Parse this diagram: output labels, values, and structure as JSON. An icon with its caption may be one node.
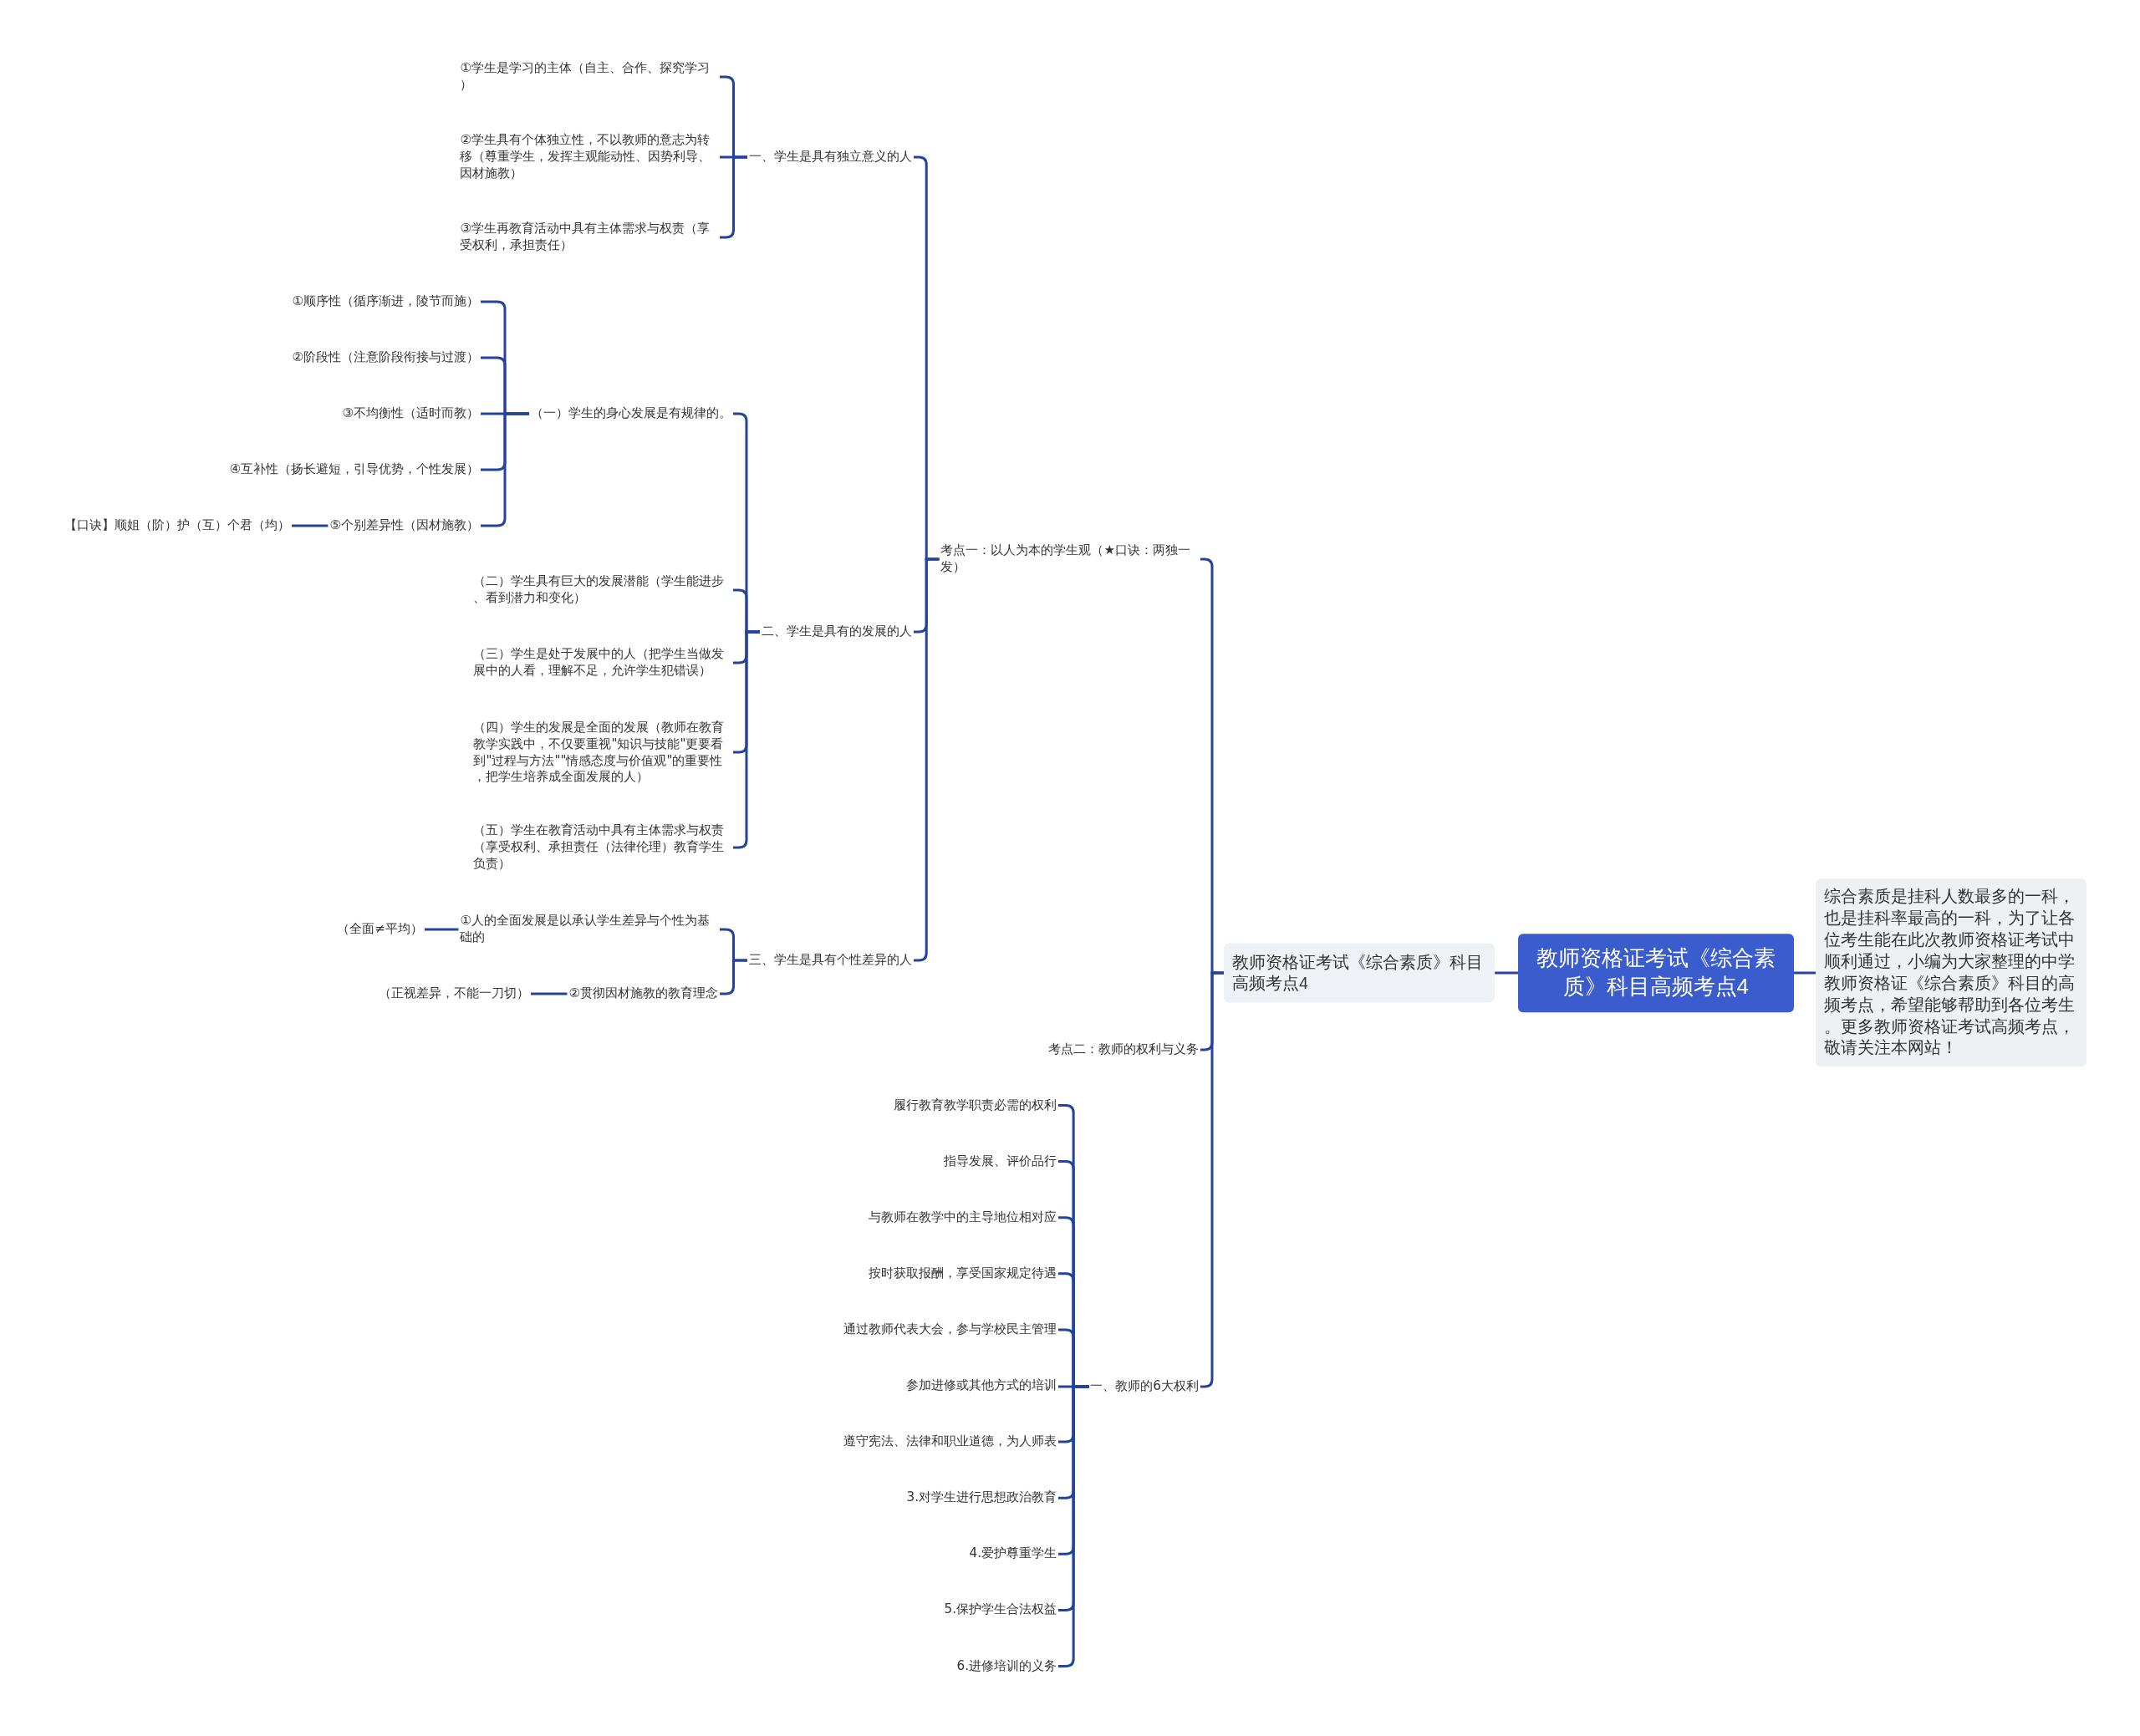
{
  "diagram": {
    "nodes": [
      {
        "text": [
          "教师资格证考试《综合素质》科目高频考点4"
        ]
      },
      {
        "text": [
          "综合素质是挂科人数最多的一科，也是挂科率最高的一科，为了让各位考生能在此次教师资格证考试中顺利通过，小编为大家整理的中学教师资格证《综合素质》科目的高频考点，希望能够帮助到各位考生。更多教师资格证考试高频考点，敬请关注本网站！"
        ]
      },
      {
        "text": [
          "教师资格证考试《综合素质》科目高频考点4"
        ]
      },
      {
        "text": [
          "考点一：以人为本的学生观（★口诀：两独一发）"
        ]
      },
      {
        "text": [
          "一、学生是具有独立意义的人"
        ]
      },
      {
        "text": [
          "①学生是学习的主体（自主、合作、探究学习）"
        ]
      },
      {
        "text": [
          "②学生具有个体独立性，不以教师的意志为转移（尊重学生，发挥主观能动性、因势利导、因材施教）"
        ]
      },
      {
        "text": [
          "③学生再教育活动中具有主体需求与权责（享受权利，承担责任）"
        ]
      },
      {
        "text": [
          "二、学生是具有的发展的人"
        ]
      },
      {
        "text": [
          "（一）学生的身心发展是有规律的。"
        ]
      },
      {
        "text": [
          "①顺序性（循序渐进，陵节而施）"
        ]
      },
      {
        "text": [
          "②阶段性（注意阶段衔接与过渡）"
        ]
      },
      {
        "text": [
          "③不均衡性（适时而教）"
        ]
      },
      {
        "text": [
          "④互补性（扬长避短，引导优势，个性发展）"
        ]
      },
      {
        "text": [
          "⑤个别差异性（因材施教）"
        ]
      },
      {
        "text": [
          "【口诀】顺姐（阶）护（互）个君（均）"
        ]
      },
      {
        "text": [
          "（二）学生具有巨大的发展潜能（学生能进步、看到潜力和变化）"
        ]
      },
      {
        "text": [
          "（三）学生是处于发展中的人（把学生当做发展中的人看，理解不足，允许学生犯错误）"
        ]
      },
      {
        "text": [
          "（四）学生的发展是全面的发展（教师在教育教学实践中，不仅要重视\"知识与技能\"更要看到\"过程与方法\"\"情感态度与价值观\"的重要性，把学生培养成全面发展的人）"
        ]
      },
      {
        "text": [
          "（五）学生在教育活动中具有主体需求与权责（享受权利、承担责任（法律伦理）教育学生负责）"
        ]
      },
      {
        "text": [
          "三、学生是具有个性差异的人"
        ]
      },
      {
        "text": [
          "①人的全面发展是以承认学生差异与个性为基础的"
        ]
      },
      {
        "text": [
          "（全面≠平均）"
        ]
      },
      {
        "text": [
          "②贯彻因材施教的教育理念"
        ]
      },
      {
        "text": [
          "（正视差异，不能一刀切）"
        ]
      },
      {
        "text": [
          "考点二：教师的权利与义务"
        ]
      },
      {
        "text": [
          "一、教师的6大权利"
        ]
      },
      {
        "text": [
          "履行教育教学职责必需的权利"
        ]
      },
      {
        "text": [
          "指导发展、评价品行"
        ]
      },
      {
        "text": [
          "与教师在教学中的主导地位相对应"
        ]
      },
      {
        "text": [
          "按时获取报酬，享受国家规定待遇"
        ]
      },
      {
        "text": [
          "通过教师代表大会，参与学校民主管理"
        ]
      },
      {
        "text": [
          "参加进修或其他方式的培训"
        ]
      },
      {
        "text": [
          "遵守宪法、法律和职业道德，为人师表"
        ]
      },
      {
        "text": [
          "3.对学生进行思想政治教育"
        ]
      },
      {
        "text": [
          "4.爱护尊重学生"
        ]
      },
      {
        "text": [
          "5.保护学生合法权益"
        ]
      },
      {
        "text": [
          "6.进修培训的义务"
        ]
      }
    ],
    "edges": [
      {
        "from": 0,
        "to": 1,
        "arrow": "none"
      },
      {
        "from": 0,
        "to": 2,
        "arrow": "none"
      },
      {
        "from": 2,
        "to": 3,
        "arrow": "none"
      },
      {
        "from": 2,
        "to": 25,
        "arrow": "none"
      },
      {
        "from": 2,
        "to": 26,
        "arrow": "none"
      },
      {
        "from": 3,
        "to": 4,
        "arrow": "none"
      },
      {
        "from": 3,
        "to": 8,
        "arrow": "none"
      },
      {
        "from": 3,
        "to": 20,
        "arrow": "none"
      },
      {
        "from": 4,
        "to": 5,
        "arrow": "none"
      },
      {
        "from": 4,
        "to": 6,
        "arrow": "none"
      },
      {
        "from": 4,
        "to": 7,
        "arrow": "none"
      },
      {
        "from": 8,
        "to": 9,
        "arrow": "none"
      },
      {
        "from": 8,
        "to": 16,
        "arrow": "none"
      },
      {
        "from": 8,
        "to": 17,
        "arrow": "none"
      },
      {
        "from": 8,
        "to": 18,
        "arrow": "none"
      },
      {
        "from": 8,
        "to": 19,
        "arrow": "none"
      },
      {
        "from": 9,
        "to": 10,
        "arrow": "none"
      },
      {
        "from": 9,
        "to": 11,
        "arrow": "none"
      },
      {
        "from": 9,
        "to": 12,
        "arrow": "none"
      },
      {
        "from": 9,
        "to": 13,
        "arrow": "none"
      },
      {
        "from": 9,
        "to": 14,
        "arrow": "none"
      },
      {
        "from": 14,
        "to": 15,
        "arrow": "none"
      },
      {
        "from": 20,
        "to": 21,
        "arrow": "none"
      },
      {
        "from": 20,
        "to": 23,
        "arrow": "none"
      },
      {
        "from": 21,
        "to": 22,
        "arrow": "none"
      },
      {
        "from": 23,
        "to": 24,
        "arrow": "none"
      },
      {
        "from": 26,
        "to": 27,
        "arrow": "none"
      },
      {
        "from": 26,
        "to": 28,
        "arrow": "none"
      },
      {
        "from": 26,
        "to": 29,
        "arrow": "none"
      },
      {
        "from": 26,
        "to": 30,
        "arrow": "none"
      },
      {
        "from": 26,
        "to": 31,
        "arrow": "none"
      },
      {
        "from": 26,
        "to": 32,
        "arrow": "none"
      },
      {
        "from": 26,
        "to": 33,
        "arrow": "none"
      },
      {
        "from": 26,
        "to": 34,
        "arrow": "none"
      },
      {
        "from": 26,
        "to": 35,
        "arrow": "none"
      },
      {
        "from": 26,
        "to": 36,
        "arrow": "none"
      },
      {
        "from": 26,
        "to": 37,
        "arrow": "none"
      }
    ]
  }
}
